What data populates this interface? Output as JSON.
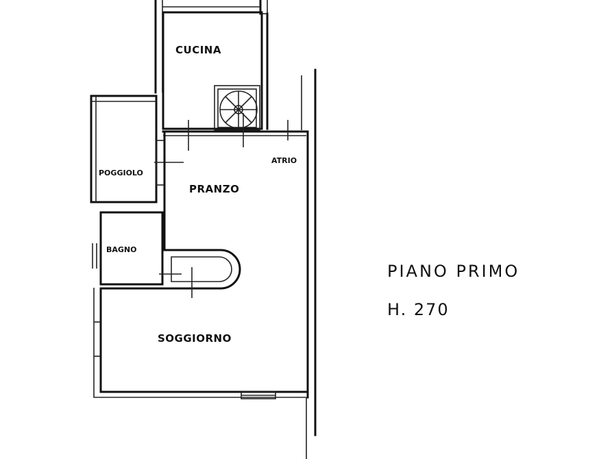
{
  "rooms": {
    "cucina": "CUCINA",
    "poggiolo": "POGGIOLO",
    "pranzo": "PRANZO",
    "atrio": "ATRIO",
    "bagno": "BAGNO",
    "soggiorno": "SOGGIORNO"
  },
  "caption": {
    "floor": "PIANO PRIMO",
    "height": "H. 270"
  }
}
